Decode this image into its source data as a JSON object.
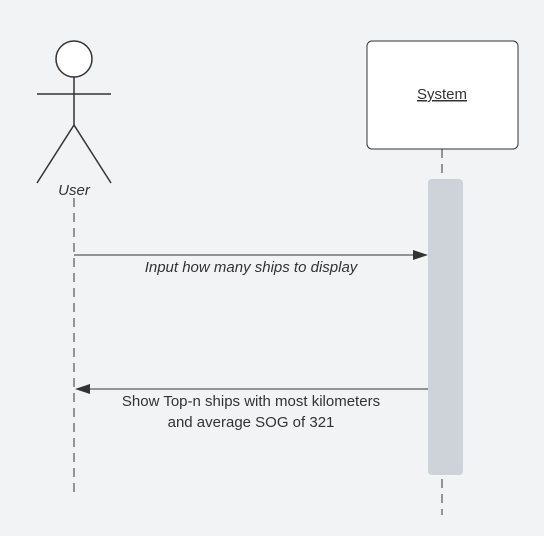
{
  "actor": {
    "name": "User"
  },
  "system": {
    "name": "System"
  },
  "messages": [
    {
      "direction": "user-to-system",
      "text": "Input how many ships to display"
    },
    {
      "direction": "system-to-user",
      "lines": [
        "Show Top-n ships with most kilometers",
        "and average SOG of 321"
      ]
    }
  ],
  "colors": {
    "background": "#f2f3f5",
    "line": "#333333",
    "activation": "#ced3da",
    "box_fill": "#ffffff"
  }
}
